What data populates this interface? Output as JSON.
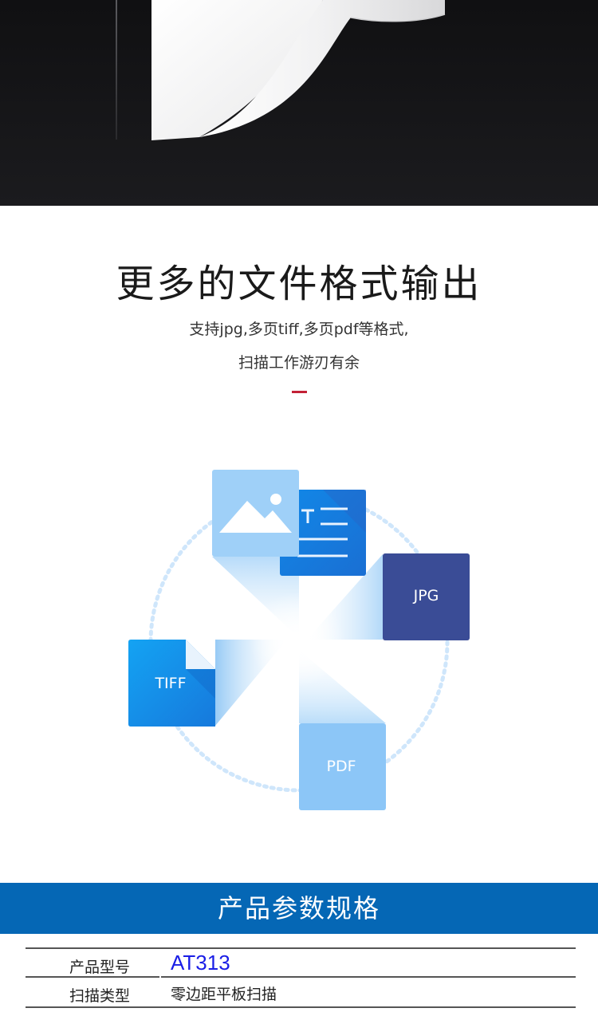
{
  "feature": {
    "title": "更多的文件格式输出",
    "desc_line1": "支持jpg,多页tiff,多页pdf等格式,",
    "desc_line2": "扫描工作游刃有余"
  },
  "formats": {
    "jpg": "JPG",
    "tiff": "TIFF",
    "pdf": "PDF"
  },
  "icons": {
    "image": "image-icon",
    "document": "document-icon"
  },
  "specs": {
    "title": "产品参数规格",
    "rows": [
      {
        "key": "产品型号",
        "value": "AT313"
      },
      {
        "key": "扫描类型",
        "value": "零边距平板扫描"
      }
    ]
  },
  "colors": {
    "accent": "#c32136",
    "banner": "#0567b5",
    "jpg_tile": "#3a4c96",
    "tiff_tile": "#1a8fe6",
    "pdf_tile": "#8cc6f7",
    "model_text": "#1a1ee6"
  }
}
